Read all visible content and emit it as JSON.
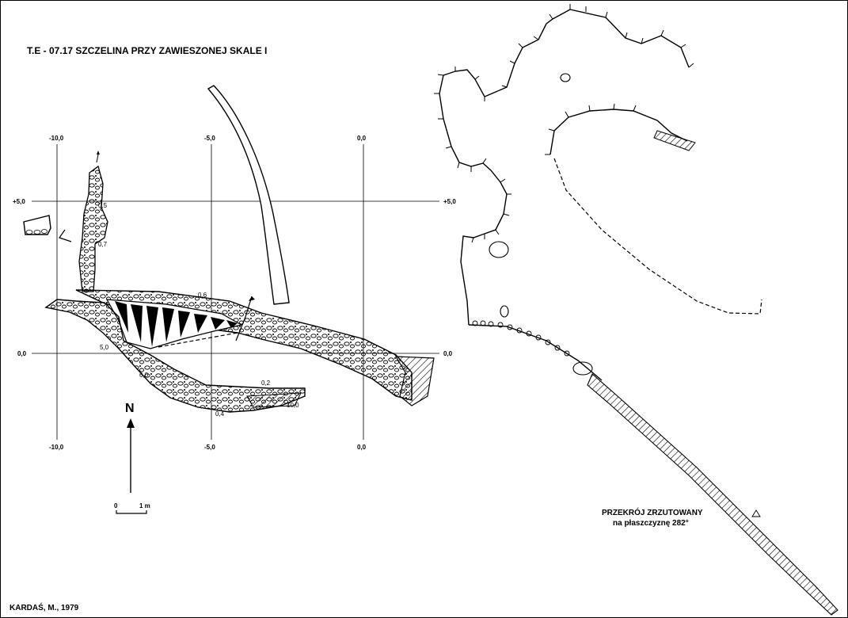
{
  "map": {
    "title": "T.E - 07.17  SZCZELINA  PRZY ZAWIESZONEJ SKALE I",
    "author": "KARDAŚ, M., 1979",
    "north_label": "N",
    "scale_bar": {
      "start_label": "0",
      "end_label": "1 m"
    },
    "grid": {
      "top_labels": [
        "-10,0",
        "-5,0",
        "0,0"
      ],
      "bottom_labels": [
        "-10,0",
        "-5,0",
        "0,0"
      ],
      "left_labels": [
        "+5,0",
        "0,0"
      ],
      "right_labels": [
        "+5,0",
        "0,0"
      ]
    },
    "depth_labels": [
      "0,5",
      "0,7",
      "0,6",
      "5,0",
      "6,0",
      "0,2",
      "0,4",
      "10,0"
    ],
    "section_caption_line1": "PRZEKRÓJ ZRZUTOWANY",
    "section_caption_line2": "na płaszczyznę 282°"
  }
}
